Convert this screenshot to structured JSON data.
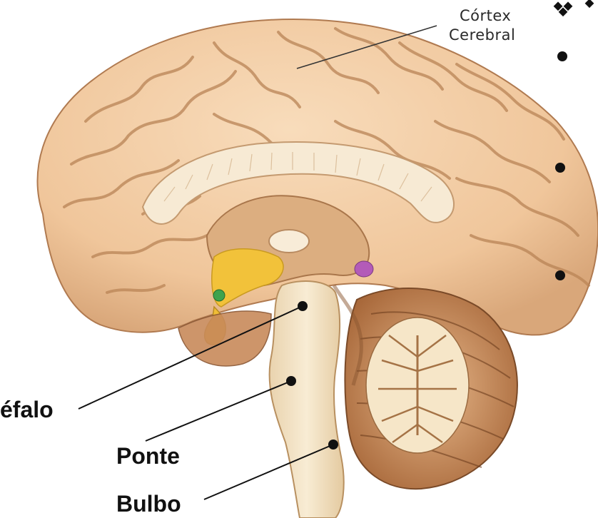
{
  "labels": {
    "cortex_line1": "Córtex",
    "cortex_line2": "Cerebral",
    "mesencefalo": "éfalo",
    "ponte": "Ponte",
    "bulbo": "Bulbo"
  },
  "colors": {
    "brain_skin": "#f3cfa6",
    "gyrus_shadow": "#c9956a",
    "brainstem": "#f6e6c8",
    "cerebellum": "#e0aa7a",
    "cerebellum_dark": "#8a5530",
    "yellow_region": "#f2c23a",
    "green_dot": "#3fa34d",
    "purple_dot": "#b35bb8",
    "label_line": "#1a1a1a"
  }
}
